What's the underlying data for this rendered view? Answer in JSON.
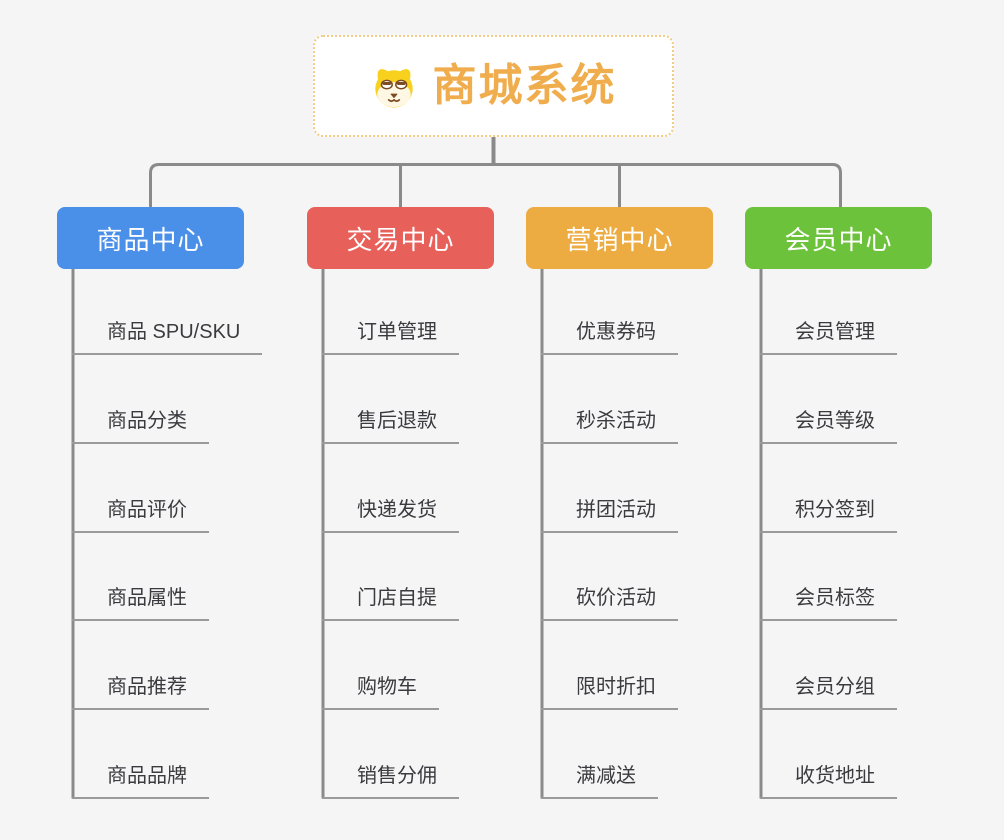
{
  "root": {
    "title": "商城系统",
    "icon": "dog-face-icon"
  },
  "branches": [
    {
      "label": "商品中心",
      "color": "#4A8FE8",
      "children": [
        "商品 SPU/SKU",
        "商品分类",
        "商品评价",
        "商品属性",
        "商品推荐",
        "商品品牌"
      ]
    },
    {
      "label": "交易中心",
      "color": "#E8605A",
      "children": [
        "订单管理",
        "售后退款",
        "快递发货",
        "门店自提",
        "购物车",
        "销售分佣"
      ]
    },
    {
      "label": "营销中心",
      "color": "#ECAC41",
      "children": [
        "优惠券码",
        "秒杀活动",
        "拼团活动",
        "砍价活动",
        "限时折扣",
        "满减送"
      ]
    },
    {
      "label": "会员中心",
      "color": "#6DC23C",
      "children": [
        "会员管理",
        "会员等级",
        "积分签到",
        "会员标签",
        "会员分组",
        "收货地址"
      ]
    }
  ],
  "colors": {
    "background": "#F5F5F6",
    "connector_line": "#8A8A8A",
    "leaf_underline": "#9A9A9A",
    "root_title": "#F0AD4E",
    "root_border": "#F3CB87",
    "leaf_text": "#3B3B3F"
  }
}
